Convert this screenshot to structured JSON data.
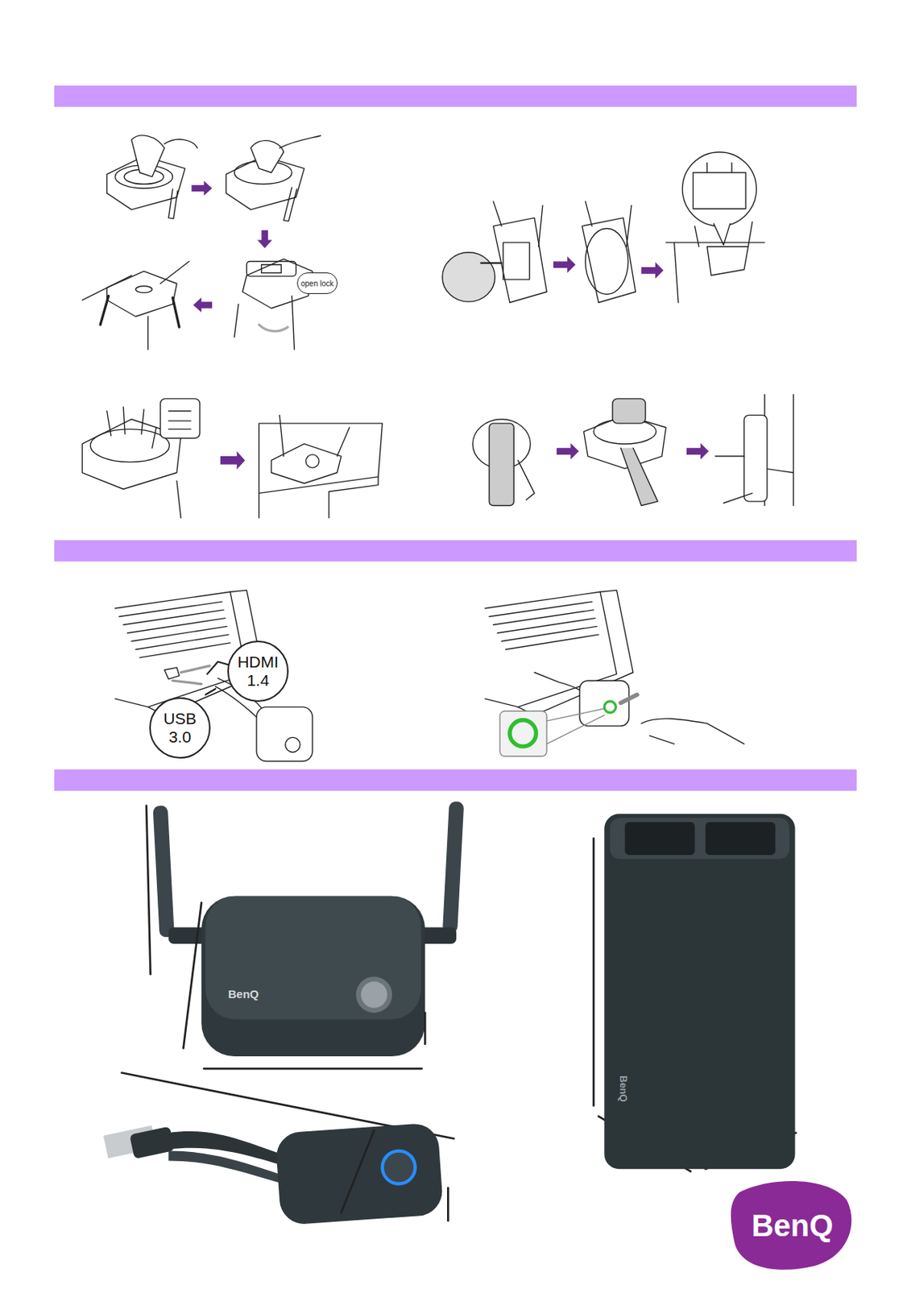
{
  "diagram": {
    "nodes": [
      {
        "text": [
          "open lock"
        ]
      },
      {
        "text": [
          "HDMI 1.4"
        ]
      },
      {
        "text": [
          "USB 3.0"
        ]
      },
      {
        "text": [
          "BenQ"
        ]
      }
    ],
    "labels": [
      "BenQ",
      "BenQ"
    ]
  }
}
